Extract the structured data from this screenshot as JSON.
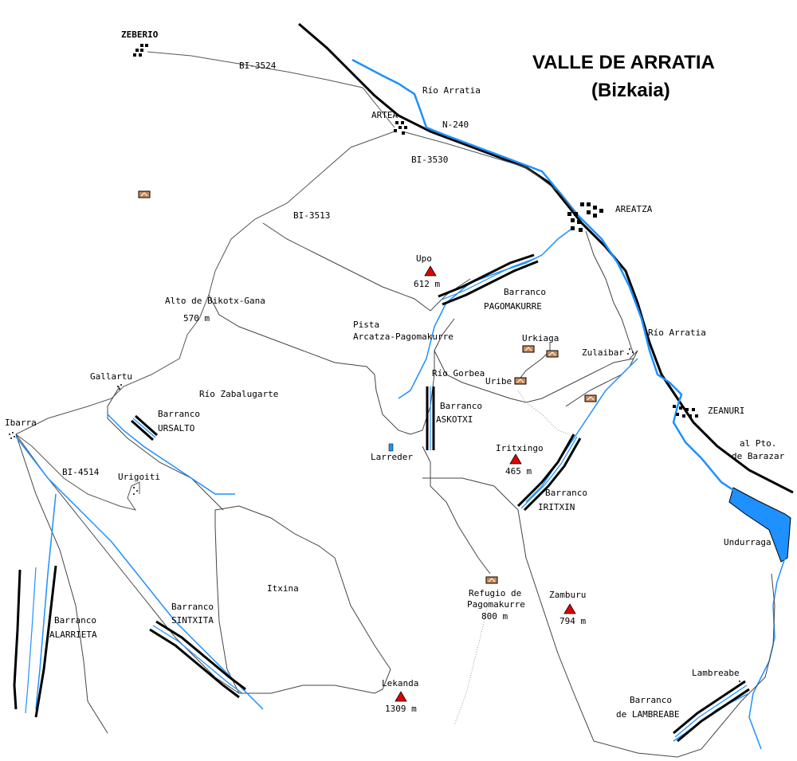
{
  "title": {
    "line1": "VALLE DE ARRATIA",
    "line2": "(Bizkaia)"
  },
  "colors": {
    "river": "#1e90ff",
    "reservoir": "#1e90ff",
    "peak": "#e00000",
    "road": "#000000",
    "refuge": "#8b4513"
  },
  "towns": {
    "zeberio": "ZEBERIO",
    "artea": "ARTEA",
    "areatza": "AREATZA",
    "zeanuri": "ZEANURI",
    "ibarra": "Ibarra",
    "gallartu": "Gallartu",
    "urigoiti": "Urigoiti",
    "urkiaga": "Urkiaga",
    "uribe": "Uribe",
    "zulaibar": "Zulaibar",
    "undurraga": "Undurraga",
    "lambreabe": "Lambreabe"
  },
  "roads": {
    "bi3524": "BI-3524",
    "n240": "N-240",
    "bi3530": "BI-3530",
    "bi3513": "BI-3513",
    "bi4514": "BI-4514",
    "to_barazar_1": "al Pto.",
    "to_barazar_2": "de Barazar"
  },
  "rivers": {
    "arratia_top": "Río Arratia",
    "arratia_mid": "Río Arratia",
    "gorbea": "Río Gorbea",
    "zabalugarte": "Río Zabalugarte"
  },
  "pass": {
    "name": "Alto de Bikotx-Gana",
    "elevation": "570 m"
  },
  "pista": {
    "line1": "Pista",
    "line2": "Arcatza-Pagomakurre"
  },
  "peaks": [
    {
      "name": "Upo",
      "elevation": "612 m"
    },
    {
      "name": "Iritxingo",
      "elevation": "465 m"
    },
    {
      "name": "Zamburu",
      "elevation": "794 m"
    },
    {
      "name": "Lekanda",
      "elevation": "1309 m"
    }
  ],
  "refuge": {
    "line1": "Refugio de",
    "line2": "Pagomakurre",
    "elevation": "800 m"
  },
  "larreder": "Larreder",
  "itxina": "Itxina",
  "gorges": {
    "pagomakurre_1": "Barranco",
    "pagomakurre_2": "PAGOMAKURRE",
    "askotxi_1": "Barranco",
    "askotxi_2": "ASKOTXI",
    "ursalto_1": "Barranco",
    "ursalto_2": "URSALTO",
    "iritxin_1": "Barranco",
    "iritxin_2": "IRITXIN",
    "alarrieta_1": "Barranco",
    "alarrieta_2": "ALARRIETA",
    "sintxita_1": "Barranco",
    "sintxita_2": "SINTXITA",
    "lambreabe_1": "Barranco",
    "lambreabe_2": "de LAMBREABE"
  }
}
